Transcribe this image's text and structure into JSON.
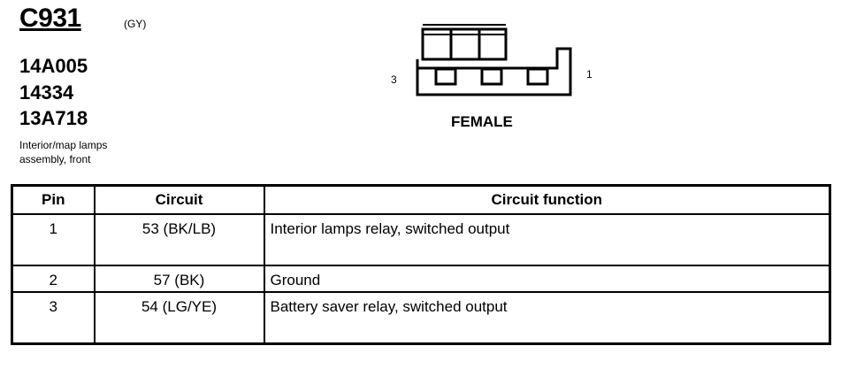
{
  "connector": {
    "id": "C931",
    "color_code": "(GY)",
    "part_numbers": [
      "14A005",
      "14334",
      "13A718"
    ],
    "description_lines": [
      "Interior/map lamps",
      "assembly, front"
    ]
  },
  "diagram": {
    "pin_left": "3",
    "pin_right": "1",
    "gender": "FEMALE"
  },
  "table": {
    "headers": {
      "pin": "Pin",
      "circuit": "Circuit",
      "function": "Circuit function"
    },
    "rows": [
      {
        "pin": "1",
        "circuit": "53 (BK/LB)",
        "function": "Interior lamps relay, switched output"
      },
      {
        "pin": "2",
        "circuit": "57 (BK)",
        "function": "Ground"
      },
      {
        "pin": "3",
        "circuit": "54 (LG/YE)",
        "function": "Battery saver relay, switched output"
      }
    ]
  }
}
